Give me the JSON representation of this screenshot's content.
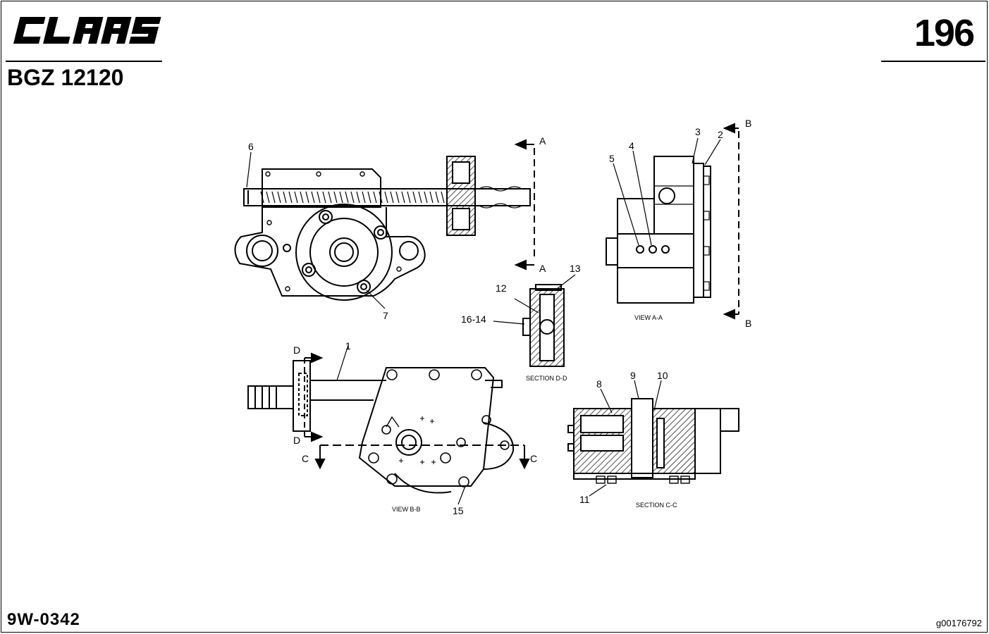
{
  "header": {
    "brand_logo": "CLAAS",
    "page_number": "196",
    "model_code": "BGZ 12120"
  },
  "footer": {
    "document_code": "9W-0342",
    "image_id": "g00176792"
  },
  "drawing": {
    "view_labels": {
      "view_aa": "VIEW A-A",
      "section_dd": "SECTION D-D",
      "view_bb": "VIEW B-B",
      "section_cc": "SECTION C-C"
    },
    "section_markers": {
      "a": "A",
      "b": "B",
      "c": "C",
      "d": "D"
    },
    "callouts": {
      "p1": "1",
      "p2": "2",
      "p3": "3",
      "p4": "4",
      "p5": "5",
      "p6": "6",
      "p7": "7",
      "p8": "8",
      "p9": "9",
      "p10": "10",
      "p11": "11",
      "p12": "12",
      "p13": "13",
      "p14_16": "16-14",
      "p15": "15"
    }
  }
}
